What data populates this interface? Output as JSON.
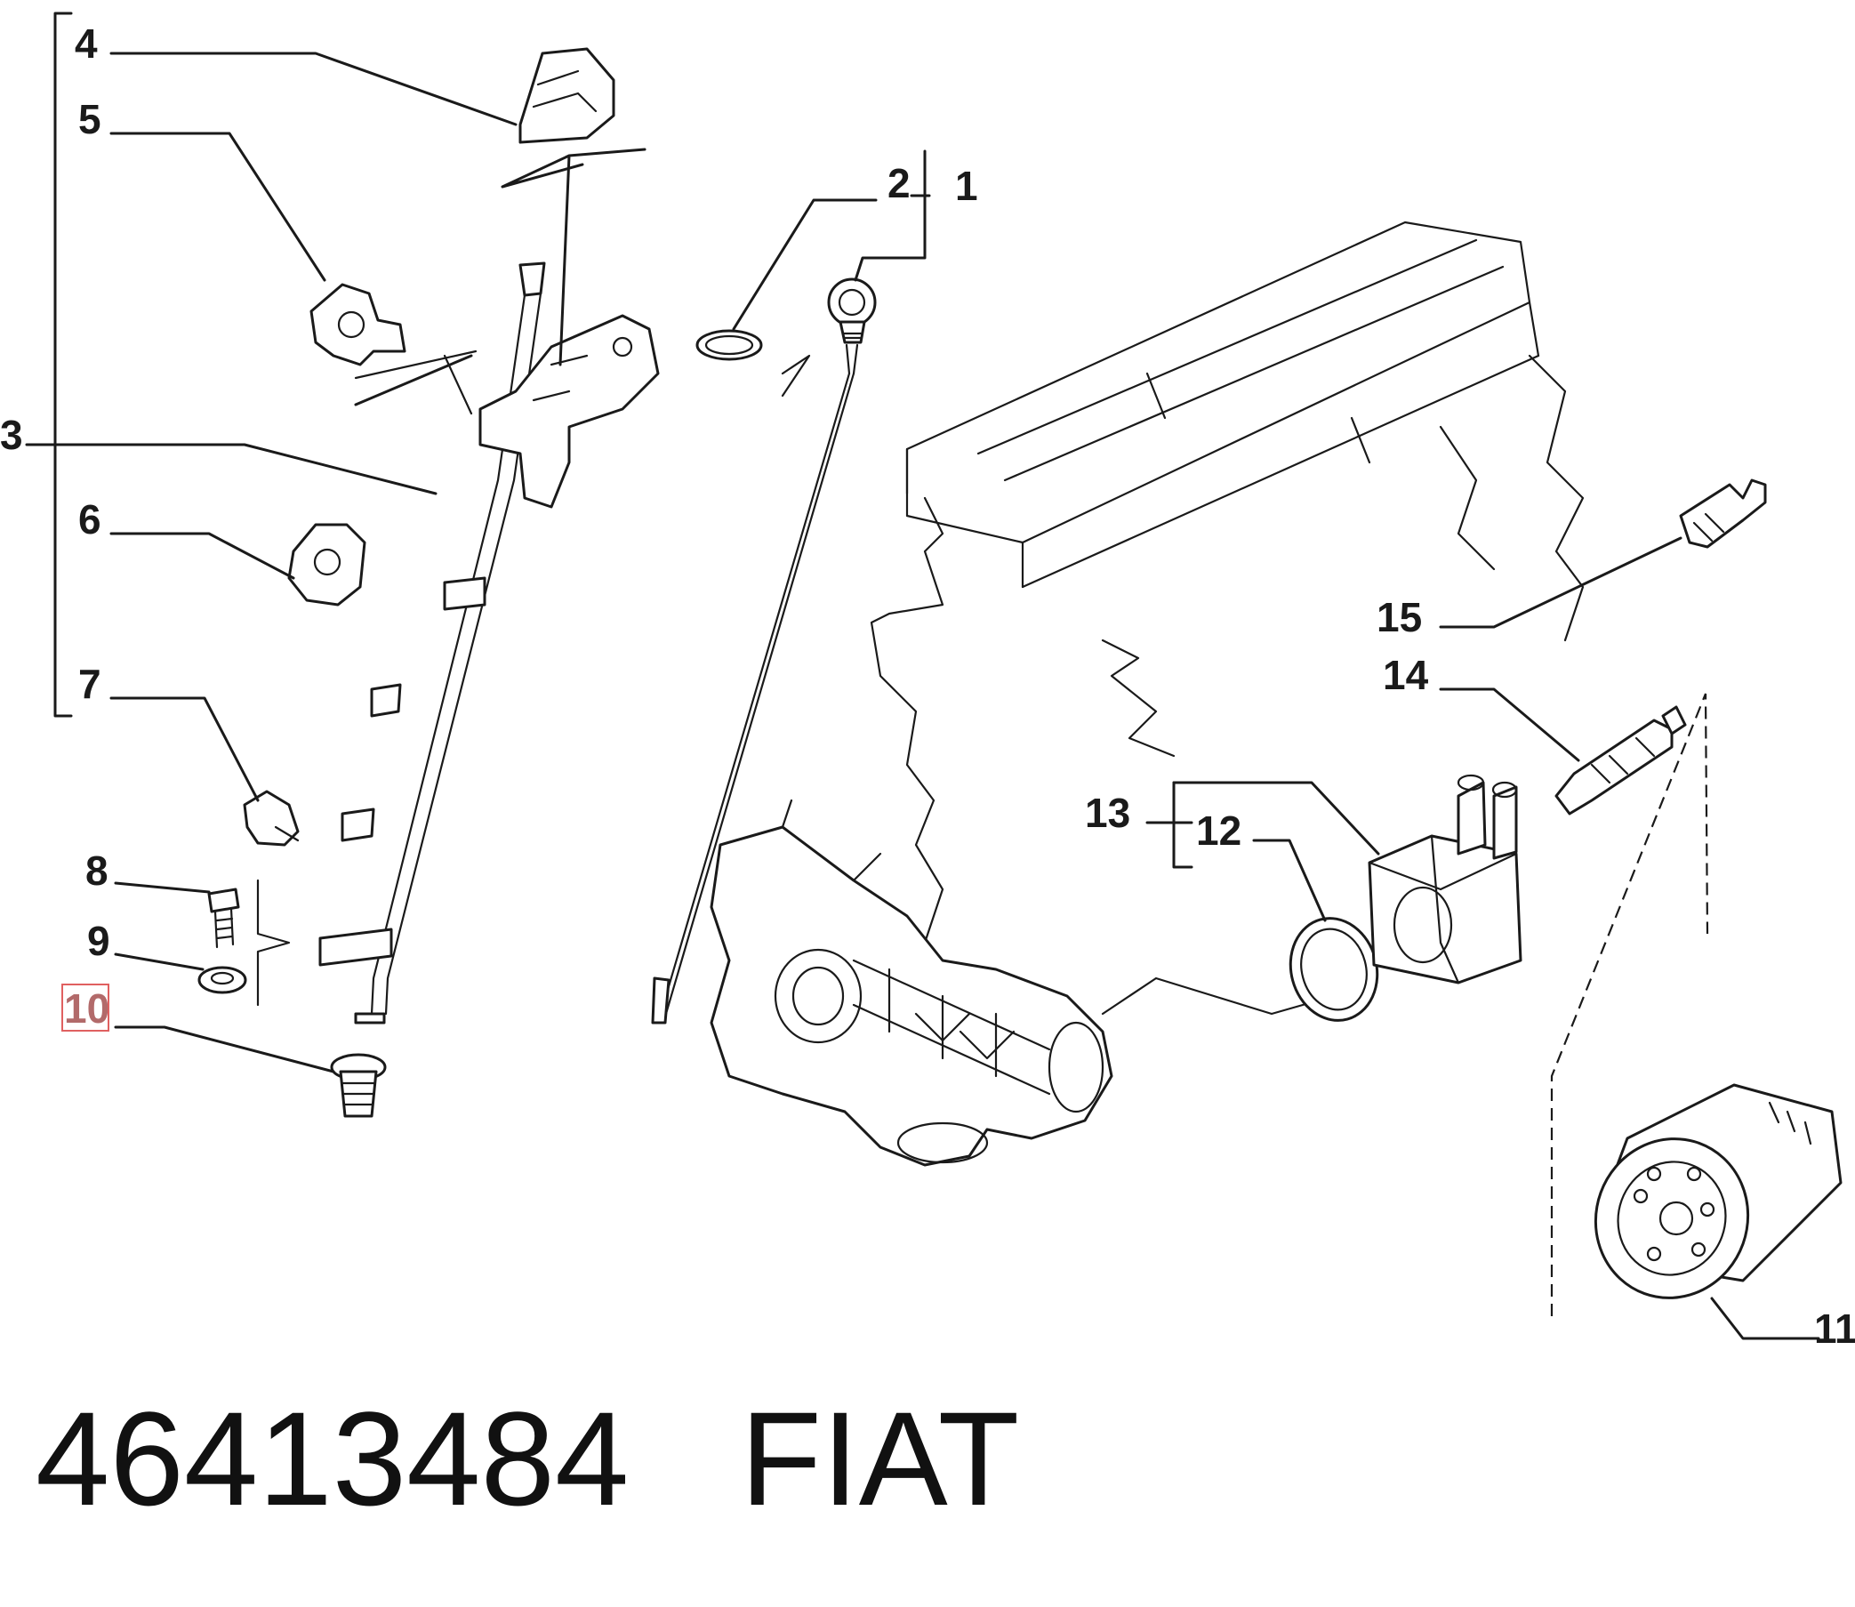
{
  "callouts": [
    {
      "id": "1",
      "label": "1"
    },
    {
      "id": "2",
      "label": "2"
    },
    {
      "id": "3",
      "label": "3"
    },
    {
      "id": "4",
      "label": "4"
    },
    {
      "id": "5",
      "label": "5"
    },
    {
      "id": "6",
      "label": "6"
    },
    {
      "id": "7",
      "label": "7"
    },
    {
      "id": "8",
      "label": "8"
    },
    {
      "id": "9",
      "label": "9"
    },
    {
      "id": "10",
      "label": "10",
      "highlighted": true
    },
    {
      "id": "11",
      "label": "11"
    },
    {
      "id": "12",
      "label": "12"
    },
    {
      "id": "13",
      "label": "13"
    },
    {
      "id": "14",
      "label": "14"
    },
    {
      "id": "15",
      "label": "15"
    }
  ],
  "footer": {
    "part_number": "46413484",
    "brand": "FIAT"
  },
  "highlight_color": "#e06060"
}
